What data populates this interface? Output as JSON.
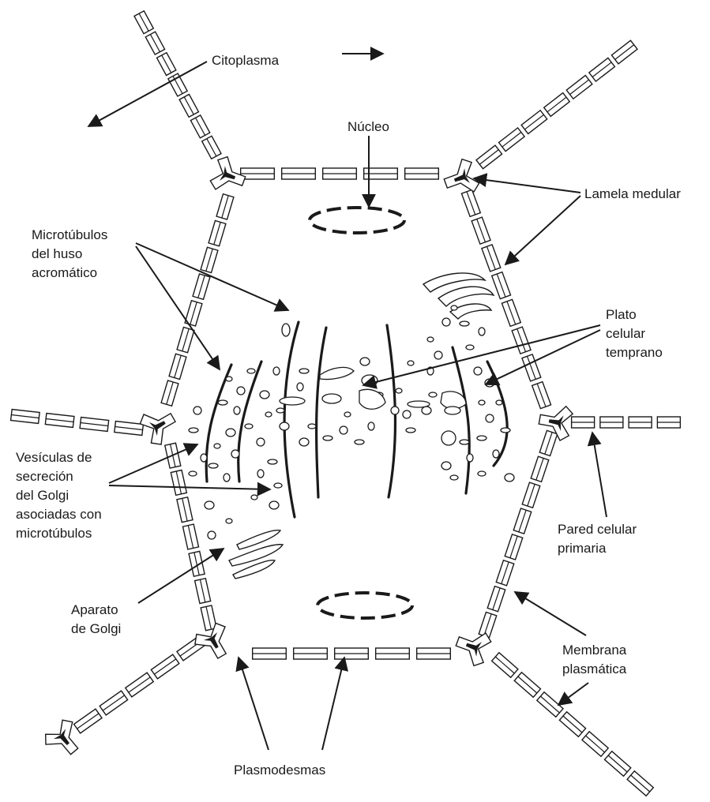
{
  "labels": {
    "citoplasma": "Citoplasma",
    "nucleo": "Núcleo",
    "lamela_medular": "Lamela medular",
    "microtubulos": [
      "Microtúbulos",
      "del huso",
      "acromático"
    ],
    "plato_celular": [
      "Plato",
      "celular",
      "temprano"
    ],
    "vesiculas": [
      "Vesículas de",
      "secreción",
      "del Golgi",
      "asociadas con",
      "microtúbulos"
    ],
    "pared_celular": [
      "Pared celular",
      "primaria"
    ],
    "aparato_golgi": [
      "Aparato",
      "de Golgi"
    ],
    "membrana": [
      "Membrana",
      "plasmática"
    ],
    "plasmodesmas": "Plasmodesmas"
  },
  "colors": {
    "line": "#1a1a1a",
    "background": "#ffffff"
  }
}
